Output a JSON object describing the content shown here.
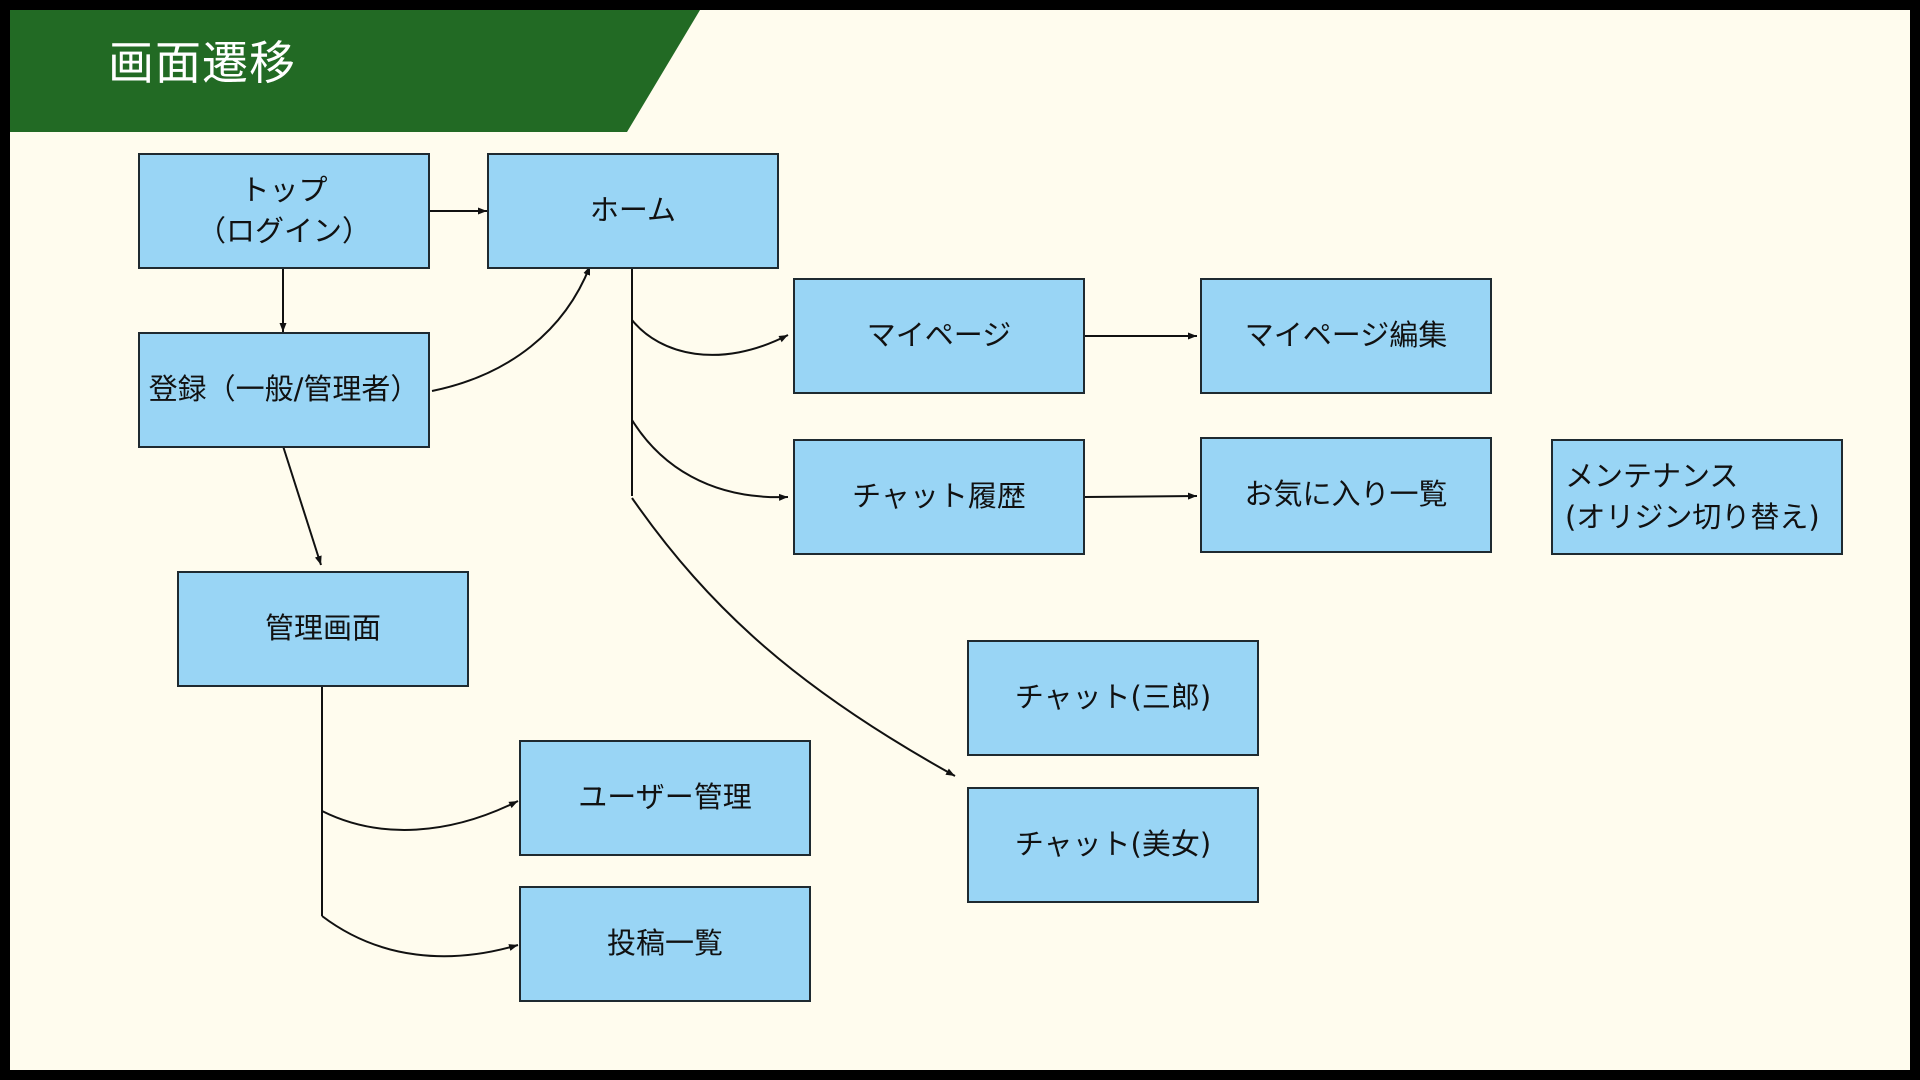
{
  "slide": {
    "title": "画面遷移",
    "colors": {
      "banner": "#226a24",
      "background": "#fffcee",
      "node_fill": "#99d5f5",
      "node_border": "#1f2a30",
      "arrow": "#111111"
    }
  },
  "nodes": {
    "top": "トップ\n（ログイン）",
    "home": "ホーム",
    "register": "登録（一般/管理者）",
    "mypage": "マイページ",
    "mypage_edit": "マイページ編集",
    "chat_history": "チャット履歴",
    "favorites": "お気に入り一覧",
    "maintenance": "メンテナンス\n(オリジン切り替え)",
    "admin": "管理画面",
    "chat_saburo": "チャット(三郎)",
    "chat_bijo": "チャット(美女)",
    "user_admin": "ユーザー管理",
    "post_list": "投稿一覧"
  }
}
